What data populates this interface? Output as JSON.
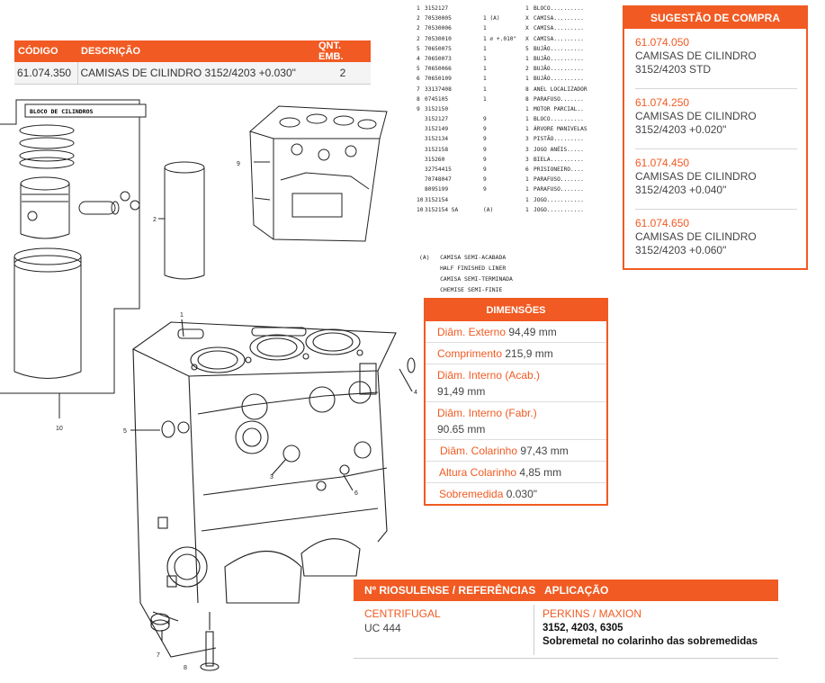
{
  "product_table": {
    "headers": {
      "code": "CÓDIGO",
      "description": "DESCRIÇÃO",
      "qty": "QNT. EMB."
    },
    "row": {
      "code": "61.074.350",
      "description": "CAMISAS DE CILINDRO 3152/4203 +0.030\"",
      "qty": "2"
    }
  },
  "parts_list": [
    {
      "a": "1",
      "b": "3152127",
      "c": "",
      "d": "1",
      "e": "BLOCO.........."
    },
    {
      "a": "2",
      "b": "70530005",
      "c": "1 (A)",
      "d": "X",
      "e": "CAMISA........."
    },
    {
      "a": "2",
      "b": "70530006",
      "c": "1",
      "d": "X",
      "e": "CAMISA........."
    },
    {
      "a": "2",
      "b": "70530010",
      "c": "1 ∅ +.010\"",
      "d": "X",
      "e": "CAMISA........."
    },
    {
      "a": "5",
      "b": "70650075",
      "c": "1",
      "d": "5",
      "e": "BUJÃO.........."
    },
    {
      "a": "4",
      "b": "70650073",
      "c": "1",
      "d": "1",
      "e": "BUJÃO.........."
    },
    {
      "a": "5",
      "b": "70650066",
      "c": "1",
      "d": "2",
      "e": "BUJÃO.........."
    },
    {
      "a": "6",
      "b": "70650109",
      "c": "1",
      "d": "1",
      "e": "BUJÃO.........."
    },
    {
      "a": "7",
      "b": "33137408",
      "c": "1",
      "d": "8",
      "e": "ANEL LOCALIZADOR"
    },
    {
      "a": "8",
      "b": "0745105",
      "c": "1",
      "d": "8",
      "e": "PARAFUSO......."
    },
    {
      "a": "9",
      "b": "3152150",
      "c": "",
      "d": "1",
      "e": "MOTOR PARCIAL.."
    },
    {
      "a": "",
      "b": "3152127",
      "c": "9",
      "d": "1",
      "e": "BLOCO.........."
    },
    {
      "a": "",
      "b": "3152149",
      "c": "9",
      "d": "1",
      "e": "ÁRVORE MANIVELAS"
    },
    {
      "a": "",
      "b": "3152134",
      "c": "9",
      "d": "3",
      "e": "PISTÃO........."
    },
    {
      "a": "",
      "b": "3152158",
      "c": "9",
      "d": "3",
      "e": "JOGO ANÉIS....."
    },
    {
      "a": "",
      "b": "315260",
      "c": "9",
      "d": "3",
      "e": "BIELA.........."
    },
    {
      "a": "",
      "b": "32754415",
      "c": "9",
      "d": "6",
      "e": "PRISIONEIRO...."
    },
    {
      "a": "",
      "b": "70748047",
      "c": "9",
      "d": "1",
      "e": "PARAFUSO......."
    },
    {
      "a": "",
      "b": "8095199",
      "c": "9",
      "d": "1",
      "e": "PARAFUSO......."
    },
    {
      "a": "10",
      "b": "3152154",
      "c": "",
      "d": "1",
      "e": "JOGO..........."
    },
    {
      "a": "10",
      "b": "3152154 SA",
      "c": "(A)",
      "d": "1",
      "e": "JOGO..........."
    }
  ],
  "notes": [
    "(A)   CAMISA SEMI-ACABADA",
    "      HALF FINISHED LINER",
    "      CAMISA SEMI-TERMINADA",
    "      CHEMISE SEMI-FINIE"
  ],
  "suggestion": {
    "title": "SUGESTÃO DE COMPRA",
    "items": [
      {
        "code": "61.074.050",
        "desc": "CAMISAS DE CILINDRO 3152/4203 STD"
      },
      {
        "code": "61.074.250",
        "desc": "CAMISAS DE CILINDRO 3152/4203 +0.020\""
      },
      {
        "code": "61.074.450",
        "desc": "CAMISAS DE CILINDRO 3152/4203 +0.040\""
      },
      {
        "code": "61.074.650",
        "desc": "CAMISAS DE CILINDRO 3152/4203 +0.060\""
      }
    ]
  },
  "dimensions": {
    "title": "DIMENSÕES",
    "rows": [
      {
        "label": "Diâm. Externo",
        "value": "94,49 mm",
        "wrap": false
      },
      {
        "label": "Comprimento",
        "value": "215,9 mm",
        "wrap": false
      },
      {
        "label": "Diâm. Interno (Acab.)",
        "value": "91,49 mm",
        "wrap": true
      },
      {
        "label": "Diâm. Interno (Fabr.)",
        "value": "90.65 mm",
        "wrap": true
      },
      {
        "label": "Diâm. Colarinho",
        "value": "97,43 mm",
        "wrap": false
      },
      {
        "label": "Altura Colarinho",
        "value": "4,85 mm",
        "wrap": false
      },
      {
        "label": "Sobremedida",
        "value": "0.030\"",
        "wrap": false
      }
    ]
  },
  "references": {
    "headers": {
      "ref": "Nº RIOSULENSE / REFERÊNCIAS",
      "app": "APLICAÇÃO"
    },
    "ref_brand": "CENTRIFUGAL",
    "ref_code": "UC 444",
    "app_brand": "PERKINS / MAXION",
    "app_models": "3152, 4203, 6305",
    "app_note": "Sobremetal no colarinho das sobremedidas"
  },
  "drawing": {
    "kit_caption": "BLOCO DE CILINDROS",
    "callouts": [
      "1",
      "2",
      "3",
      "4",
      "5",
      "6",
      "7",
      "8",
      "9",
      "10"
    ]
  },
  "colors": {
    "accent": "#f15a22"
  }
}
